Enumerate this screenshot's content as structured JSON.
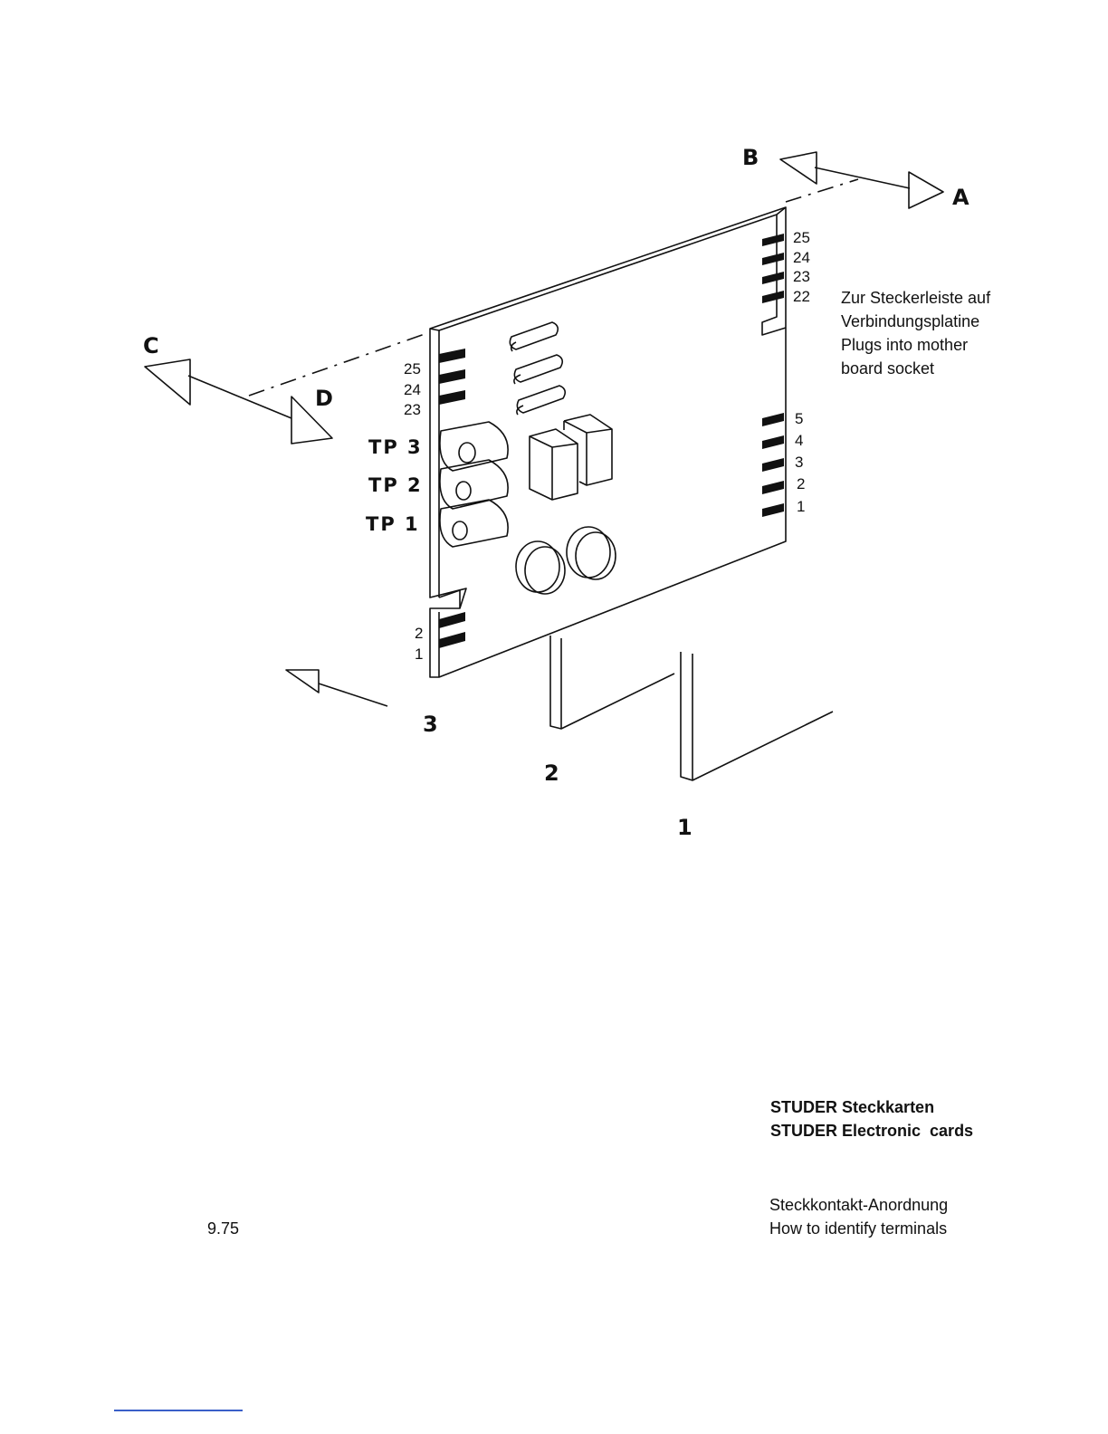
{
  "directions": {
    "a": "A",
    "b": "B",
    "c": "C",
    "d": "D"
  },
  "positions": {
    "p1": "1",
    "p2": "2",
    "p3": "3"
  },
  "right_pins_top": [
    "25",
    "24",
    "23",
    "22"
  ],
  "right_pins_bottom": [
    "5",
    "4",
    "3",
    "2",
    "1"
  ],
  "left_pins_top": [
    "25",
    "24",
    "23"
  ],
  "left_pins_bottom": [
    "2",
    "1"
  ],
  "test_points": [
    "TP 3",
    "TP 2",
    "TP 1"
  ],
  "connector_note": [
    "Zur Steckerleiste auf",
    "Verbindungsplatine",
    "Plugs into mother",
    "board socket"
  ],
  "title": {
    "de": "STUDER Steckkarten",
    "en": "STUDER Electronic  cards"
  },
  "subtitle": {
    "de": "Steckkontakt-Anordnung",
    "en": "How to identify terminals"
  },
  "date": "9.75"
}
